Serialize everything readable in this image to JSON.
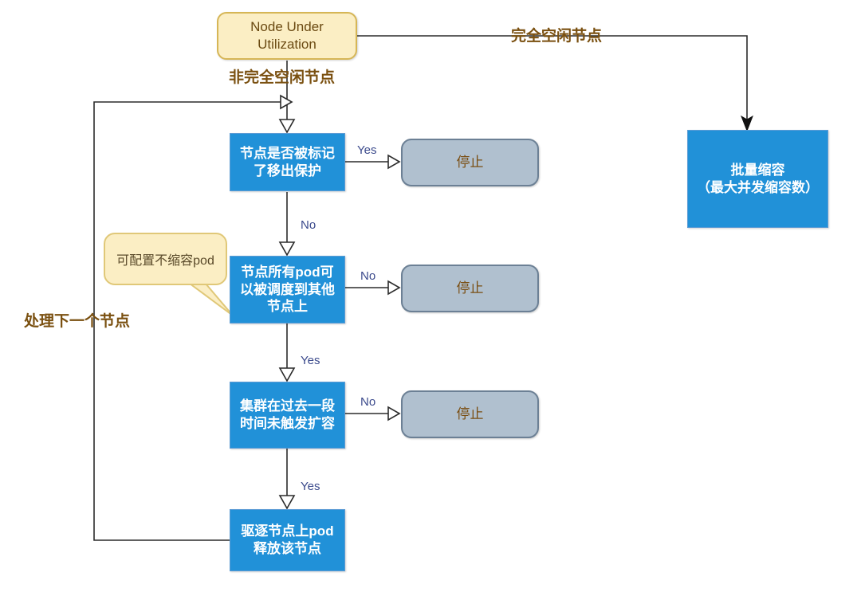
{
  "diagram": {
    "type": "flowchart",
    "title": "Node Under Utilization scale-down flow",
    "colors": {
      "start_fill": "#fbeec4",
      "start_border": "#d6b656",
      "start_text": "#6b4a12",
      "process_fill": "#2191d8",
      "process_border": "#5b9bd5",
      "process_text": "#ffffff",
      "stop_fill": "#b0c0cf",
      "stop_border": "#6c8095",
      "stop_text": "#7a4e12",
      "edge": "#2b2b2b",
      "edge_label_yesno": "#3b4a8c",
      "edge_label_cn": "#7a5010"
    },
    "nodes": {
      "start": {
        "label": "Node Under\nUtilization",
        "line1": "Node Under",
        "line2": "Utilization"
      },
      "decision1": {
        "line1": "节点是否被标记",
        "line2": "了移出保护"
      },
      "decision2": {
        "line1": "节点所有pod可",
        "line2": "以被调度到其他",
        "line3": "节点上"
      },
      "decision3": {
        "line1": "集群在过去一段",
        "line2": "时间未触发扩容"
      },
      "action_evict": {
        "line1": "驱逐节点上pod",
        "line2": "释放该节点"
      },
      "batch_scaledown": {
        "line1": "批量缩容",
        "line2": "（最大并发缩容数）"
      },
      "stop1": {
        "label": "停止"
      },
      "stop2": {
        "label": "停止"
      },
      "stop3": {
        "label": "停止"
      }
    },
    "callout": {
      "label": "可配置不缩容pod"
    },
    "edge_labels": {
      "fully_idle": "完全空闲节点",
      "not_fully_idle": "非完全空闲节点",
      "d1_yes": "Yes",
      "d1_no": "No",
      "d2_no": "No",
      "d2_yes": "Yes",
      "d3_no": "No",
      "d3_yes": "Yes",
      "next_node": "处理下一个节点"
    }
  }
}
